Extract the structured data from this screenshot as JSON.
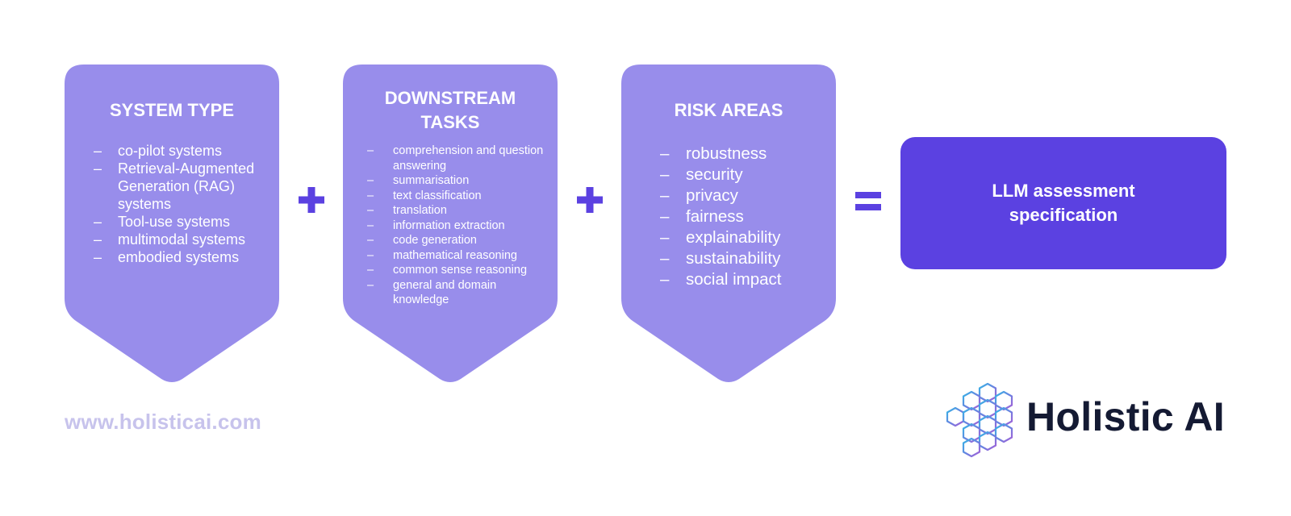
{
  "cards": [
    {
      "title_lines": [
        "SYSTEM TYPE"
      ],
      "items": [
        "co-pilot systems",
        "Retrieval-Augmented Generation (RAG) systems",
        "Tool-use systems",
        "multimodal systems",
        "embodied systems"
      ]
    },
    {
      "title_lines": [
        "DOWNSTREAM",
        "TASKS"
      ],
      "items": [
        "comprehension and question answering",
        "summarisation",
        "text classification",
        "translation",
        "information extraction",
        "code generation",
        "mathematical reasoning",
        "common sense reasoning",
        "general and domain knowledge"
      ]
    },
    {
      "title_lines": [
        "RISK AREAS"
      ],
      "items": [
        "robustness",
        "security",
        "privacy",
        "fairness",
        "explainability",
        "sustainability",
        "social impact"
      ]
    }
  ],
  "dash": "–",
  "result": {
    "text": "LLM assessment specification"
  },
  "footer": {
    "url": "www.holisticai.com"
  },
  "logo": {
    "name": "Holistic AI",
    "icon": "hexagon-cluster-icon"
  },
  "colors": {
    "card": "#988deb",
    "accent": "#5b41e1",
    "url": "#c7c3ec",
    "logo_text": "#141a33"
  }
}
